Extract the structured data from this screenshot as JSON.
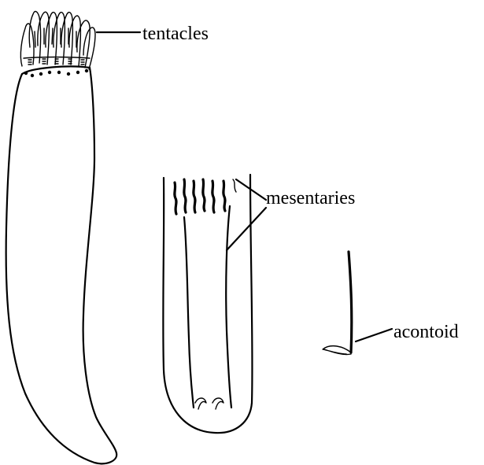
{
  "labels": {
    "tentacles": "tentacles",
    "mesentaries": "mesentaries",
    "acontoid": "acontoid"
  },
  "colors": {
    "ink": "#000000",
    "background": "#ffffff"
  }
}
